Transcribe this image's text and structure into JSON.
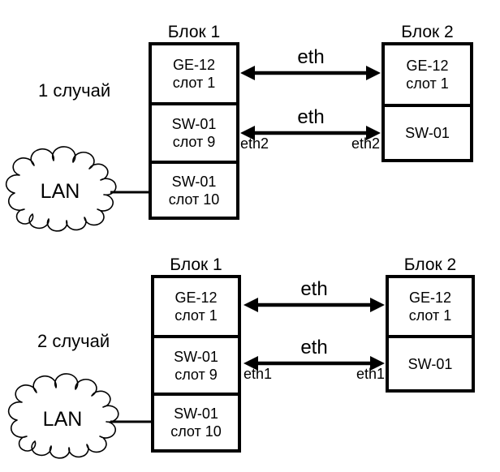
{
  "cases": [
    {
      "case_label": "1 случай",
      "lan_label": "LAN",
      "block1": {
        "title": "Блок 1",
        "cells": [
          {
            "line1": "GE-12",
            "line2": "слот 1"
          },
          {
            "line1": "SW-01",
            "line2": "слот 9"
          },
          {
            "line1": "SW-01",
            "line2": "слот 10"
          }
        ]
      },
      "block2": {
        "title": "Блок 2",
        "cells": [
          {
            "line1": "GE-12",
            "line2": "слот 1"
          },
          {
            "line1": "SW-01",
            "line2": ""
          }
        ]
      },
      "links": [
        {
          "label": "eth",
          "left_port": "",
          "right_port": ""
        },
        {
          "label": "eth",
          "left_port": "eth2",
          "right_port": "eth2"
        }
      ]
    },
    {
      "case_label": "2 случай",
      "lan_label": "LAN",
      "block1": {
        "title": "Блок 1",
        "cells": [
          {
            "line1": "GE-12",
            "line2": "слот 1"
          },
          {
            "line1": "SW-01",
            "line2": "слот 9"
          },
          {
            "line1": "SW-01",
            "line2": "слот 10"
          }
        ]
      },
      "block2": {
        "title": "Блок 2",
        "cells": [
          {
            "line1": "GE-12",
            "line2": "слот 1"
          },
          {
            "line1": "SW-01",
            "line2": ""
          }
        ]
      },
      "links": [
        {
          "label": "eth",
          "left_port": "",
          "right_port": ""
        },
        {
          "label": "eth",
          "left_port": "eth1",
          "right_port": "eth1"
        }
      ]
    }
  ],
  "colors": {
    "line": "#000000",
    "background": "#ffffff"
  }
}
